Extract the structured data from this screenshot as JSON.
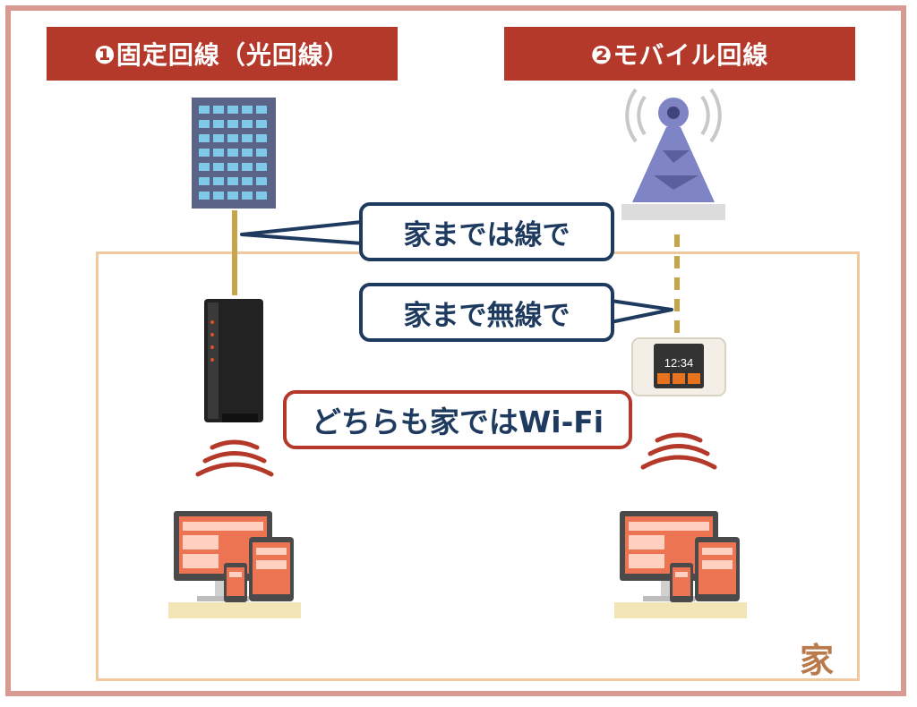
{
  "banners": {
    "fixed_line": "❶固定回線（光回線）",
    "mobile_line": "❷モバイル回線"
  },
  "callouts": {
    "wired": "家までは線で",
    "wireless": "家まで無線で",
    "both_wifi": "どちらも家ではWi-Fi"
  },
  "home_label": "家",
  "router_screen": {
    "time": "12:34"
  },
  "colors": {
    "banner": "#b5392a",
    "frame": "#d89a92",
    "home_border": "#f1c99f",
    "callout_border": "#1e3a5f",
    "wifi_waves": "#b5392a",
    "line": "#c8a44a",
    "tower": "#7f84c4"
  },
  "icons": [
    "building-icon",
    "radio-tower-icon",
    "wifi-router-icon",
    "mobile-router-icon",
    "wifi-waves-icon",
    "devices-icon"
  ]
}
